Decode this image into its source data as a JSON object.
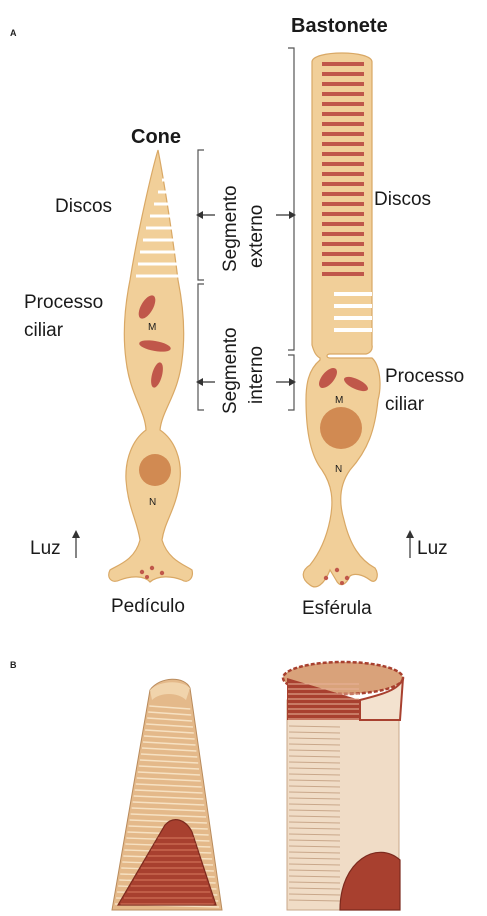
{
  "panel_a": {
    "label": "A",
    "cone": {
      "title": "Cone",
      "discs": "Discos",
      "process_line1": "Processo",
      "process_line2": "ciliar",
      "mitochondria": "M",
      "nucleus": "N",
      "light": "Luz",
      "terminal": "Pedículo"
    },
    "rod": {
      "title": "Bastonete",
      "discs": "Discos",
      "process_line1": "Processo",
      "process_line2": "ciliar",
      "mitochondria": "M",
      "nucleus": "N",
      "light": "Luz",
      "terminal": "Esférula"
    },
    "segments": {
      "outer_line1": "Segmento",
      "outer_line2": "externo",
      "inner_line1": "Segmento",
      "inner_line2": "interno"
    }
  },
  "panel_b": {
    "label": "B"
  }
}
